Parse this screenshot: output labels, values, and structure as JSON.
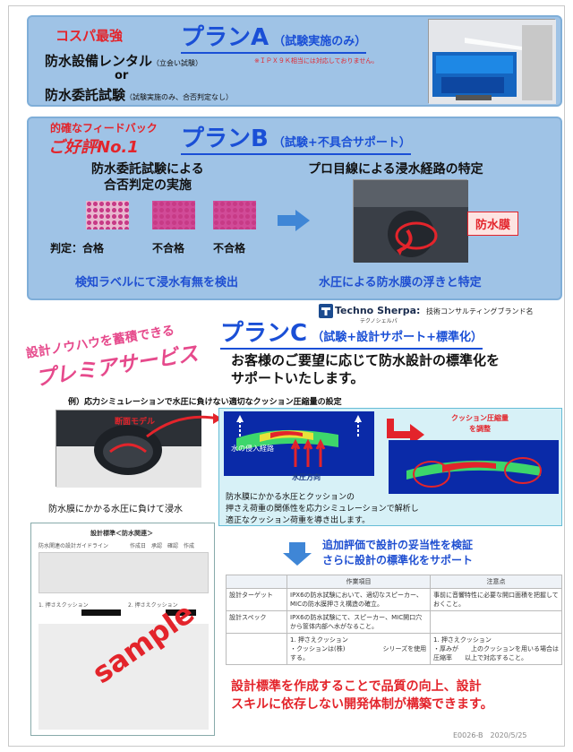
{
  "planA": {
    "badge": "コスパ最強",
    "title": "プランA",
    "subtitle": "（試験実施のみ）",
    "line1": "防水設備レンタル",
    "line1_note": "（立会い試験）",
    "note_red": "※ＩＰＸ９Ｋ相当には対応しておりません。",
    "or": "or",
    "line2": "防水委託試験",
    "line2_note": "（試験実施のみ、合否判定なし）"
  },
  "planB": {
    "badge1": "的確なフィードバック",
    "badge2": "ご好評No.1",
    "title": "プランB",
    "subtitle": "（試験+不具合サポート）",
    "left_heading1": "防水委託試験による",
    "left_heading2": "合否判定の実施",
    "judge_label": "判定：合格",
    "fail1": "不合格",
    "fail2": "不合格",
    "left_caption": "検知ラベルにて浸水有無を検出",
    "right_heading": "プロ目線による浸水経路の特定",
    "membrane_label": "防水膜",
    "right_caption": "水圧による防水膜の浮きと特定"
  },
  "planC": {
    "brand": "Techno Sherpa:",
    "brand_desc": "技術コンサルティングブランド名",
    "brand_kana": "テクノシェルパ",
    "badge1": "設計ノウハウを蓄積できる",
    "badge2": "プレミアサービス",
    "title": "プランC",
    "subtitle": "（試験+設計サポート+標準化）",
    "desc1": "お客様のご要望に応じて防水設計の標準化を",
    "desc2": "サポートいたします。",
    "example": "例）応力シミュレーションで水圧に負けない適切なクッション圧縮量の設定",
    "section_model": "断面モデル",
    "left_caption": "防水膜にかかる水圧に負けて浸水",
    "intrusion": "水の侵入経路",
    "pressure": "水圧方向",
    "cushion1": "クッション圧縮量",
    "cushion2": "を調整",
    "sim_text1": "防水膜にかかる水圧とクッションの",
    "sim_text2": "押さえ荷重の関係性を応力シミュレーションで解析し",
    "sim_text3": "適正なクッション荷重を導き出します。",
    "extra1": "追加評価で設計の妥当性を検証",
    "extra2": "さらに設計の標準化をサポート",
    "sample": "sample",
    "closing1": "設計標準を作成することで品質の向上、設計",
    "closing2": "スキルに依存しない開発体制が構築できます。",
    "footer": "E0026-B　2020/5/25"
  },
  "spec_table": {
    "headers": [
      "",
      "作業項目",
      "注意点"
    ],
    "rows": [
      [
        "設計ターゲット",
        "IPX6の防水試験において、適切なスピーカー、MICの防水膜押さえ構造の確立。",
        "事前に音響特性に必要な開口面積を把握しておくこと。"
      ],
      [
        "設計スペック",
        "IPX6の防水試験にて、スピーカー、MIC開口穴から筐体内部へ水がなること。",
        ""
      ],
      [
        "",
        "1. 押さえクッション\n・クッションは(株)　　　　　　シリーズを使用する。",
        "1. 押さえクッション\n・厚みが　　上のクッションを用いる場合は圧縮率　　以上で対応すること。"
      ]
    ]
  },
  "doc_sheet": {
    "title": "設計標準＜防水関連＞",
    "lines": [
      "防水関連の設計ガイドライン",
      "作成日　承認　確認　作成",
      "1. 押さえクッション",
      "2. 押さえクッション"
    ]
  },
  "colors": {
    "panel_bg": "#9fc3e6",
    "title_blue": "#1a4fd6",
    "accent_red": "#e3242b"
  }
}
